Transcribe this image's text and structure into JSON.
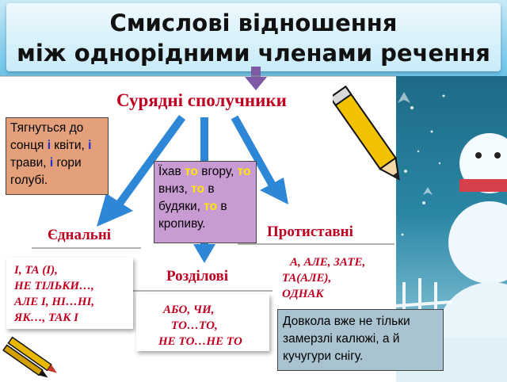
{
  "title": {
    "line1": "Смислові відношення",
    "line2": "між однорідними членами речення"
  },
  "root": "Сурядні сполучники",
  "branches": {
    "ednalni": {
      "label": "Єднальні",
      "items": [
        "І, ТА (І),",
        "НЕ ТІЛЬКИ…,",
        "АЛЕ І, НІ…НІ,",
        "ЯК…, ТАК І"
      ],
      "example": [
        {
          "t": "Тягнуться до сонця ",
          "h": false
        },
        {
          "t": "і",
          "h": true
        },
        {
          "t": " квіти, ",
          "h": false
        },
        {
          "t": "і",
          "h": true
        },
        {
          "t": " трави, ",
          "h": false
        },
        {
          "t": "і",
          "h": true
        },
        {
          "t": " гори голубі.",
          "h": false
        }
      ]
    },
    "rozdilovi": {
      "label": "Розділові",
      "items": [
        "АБО, ЧИ,",
        "ТО…ТО,",
        "НЕ ТО…НЕ ТО"
      ],
      "example": [
        {
          "t": "Їхав ",
          "h": false
        },
        {
          "t": "то",
          "h": true
        },
        {
          "t": " вгору, ",
          "h": false
        },
        {
          "t": "то",
          "h": true
        },
        {
          "t": " вниз, ",
          "h": false
        },
        {
          "t": "то",
          "h": true
        },
        {
          "t": " в будяки, ",
          "h": false
        },
        {
          "t": "то",
          "h": true
        },
        {
          "t": " в кропиву.",
          "h": false
        }
      ]
    },
    "protystavni": {
      "label": "Протиставні",
      "items": [
        "А, АЛЕ, ЗАТЕ,",
        "ТА(АЛЕ),",
        "ОДНАК"
      ],
      "example": "Довкола вже не тільки замерзлі калюжі, а й кучугури снігу."
    }
  },
  "colors": {
    "heading": "#c00020",
    "arrow": "#2e86d6",
    "highlight_blue": "#1b2fd8",
    "highlight_yellow": "#ffe600"
  }
}
